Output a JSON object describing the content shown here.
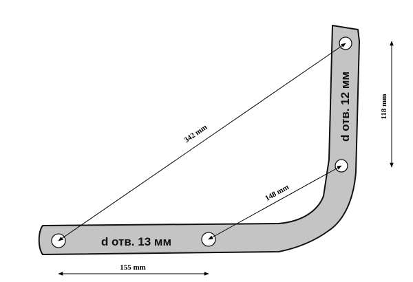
{
  "labels": {
    "hole_horizontal": "d отв. 13 мм",
    "hole_vertical": "d отв. 12 мм"
  },
  "dimensions": {
    "diagonal": "342 mm",
    "inner_diagonal": "148 mm",
    "horizontal": "155 mm",
    "vertical": "118 mm"
  },
  "colors": {
    "bracket_fill": "#c4c4c4",
    "outline": "#111111",
    "background": "#ffffff"
  }
}
